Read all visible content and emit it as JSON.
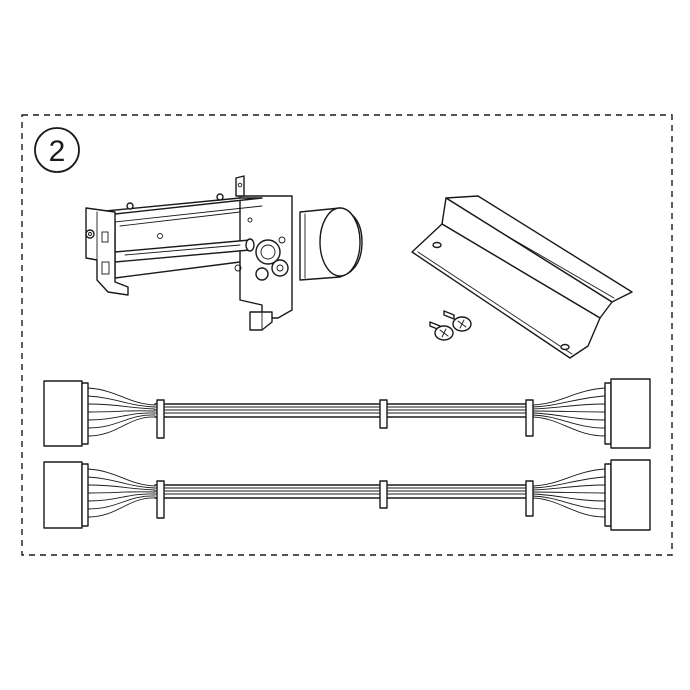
{
  "figure": {
    "step_number": "2"
  },
  "parts": [
    {
      "id": "printer-mechanism",
      "icon": "printer-mechanism-icon"
    },
    {
      "id": "mounting-bracket",
      "icon": "bracket-icon"
    },
    {
      "id": "screws",
      "icon": "screw-icon",
      "count": 2
    },
    {
      "id": "cables",
      "icon": "cable-icon",
      "count": 2
    }
  ]
}
